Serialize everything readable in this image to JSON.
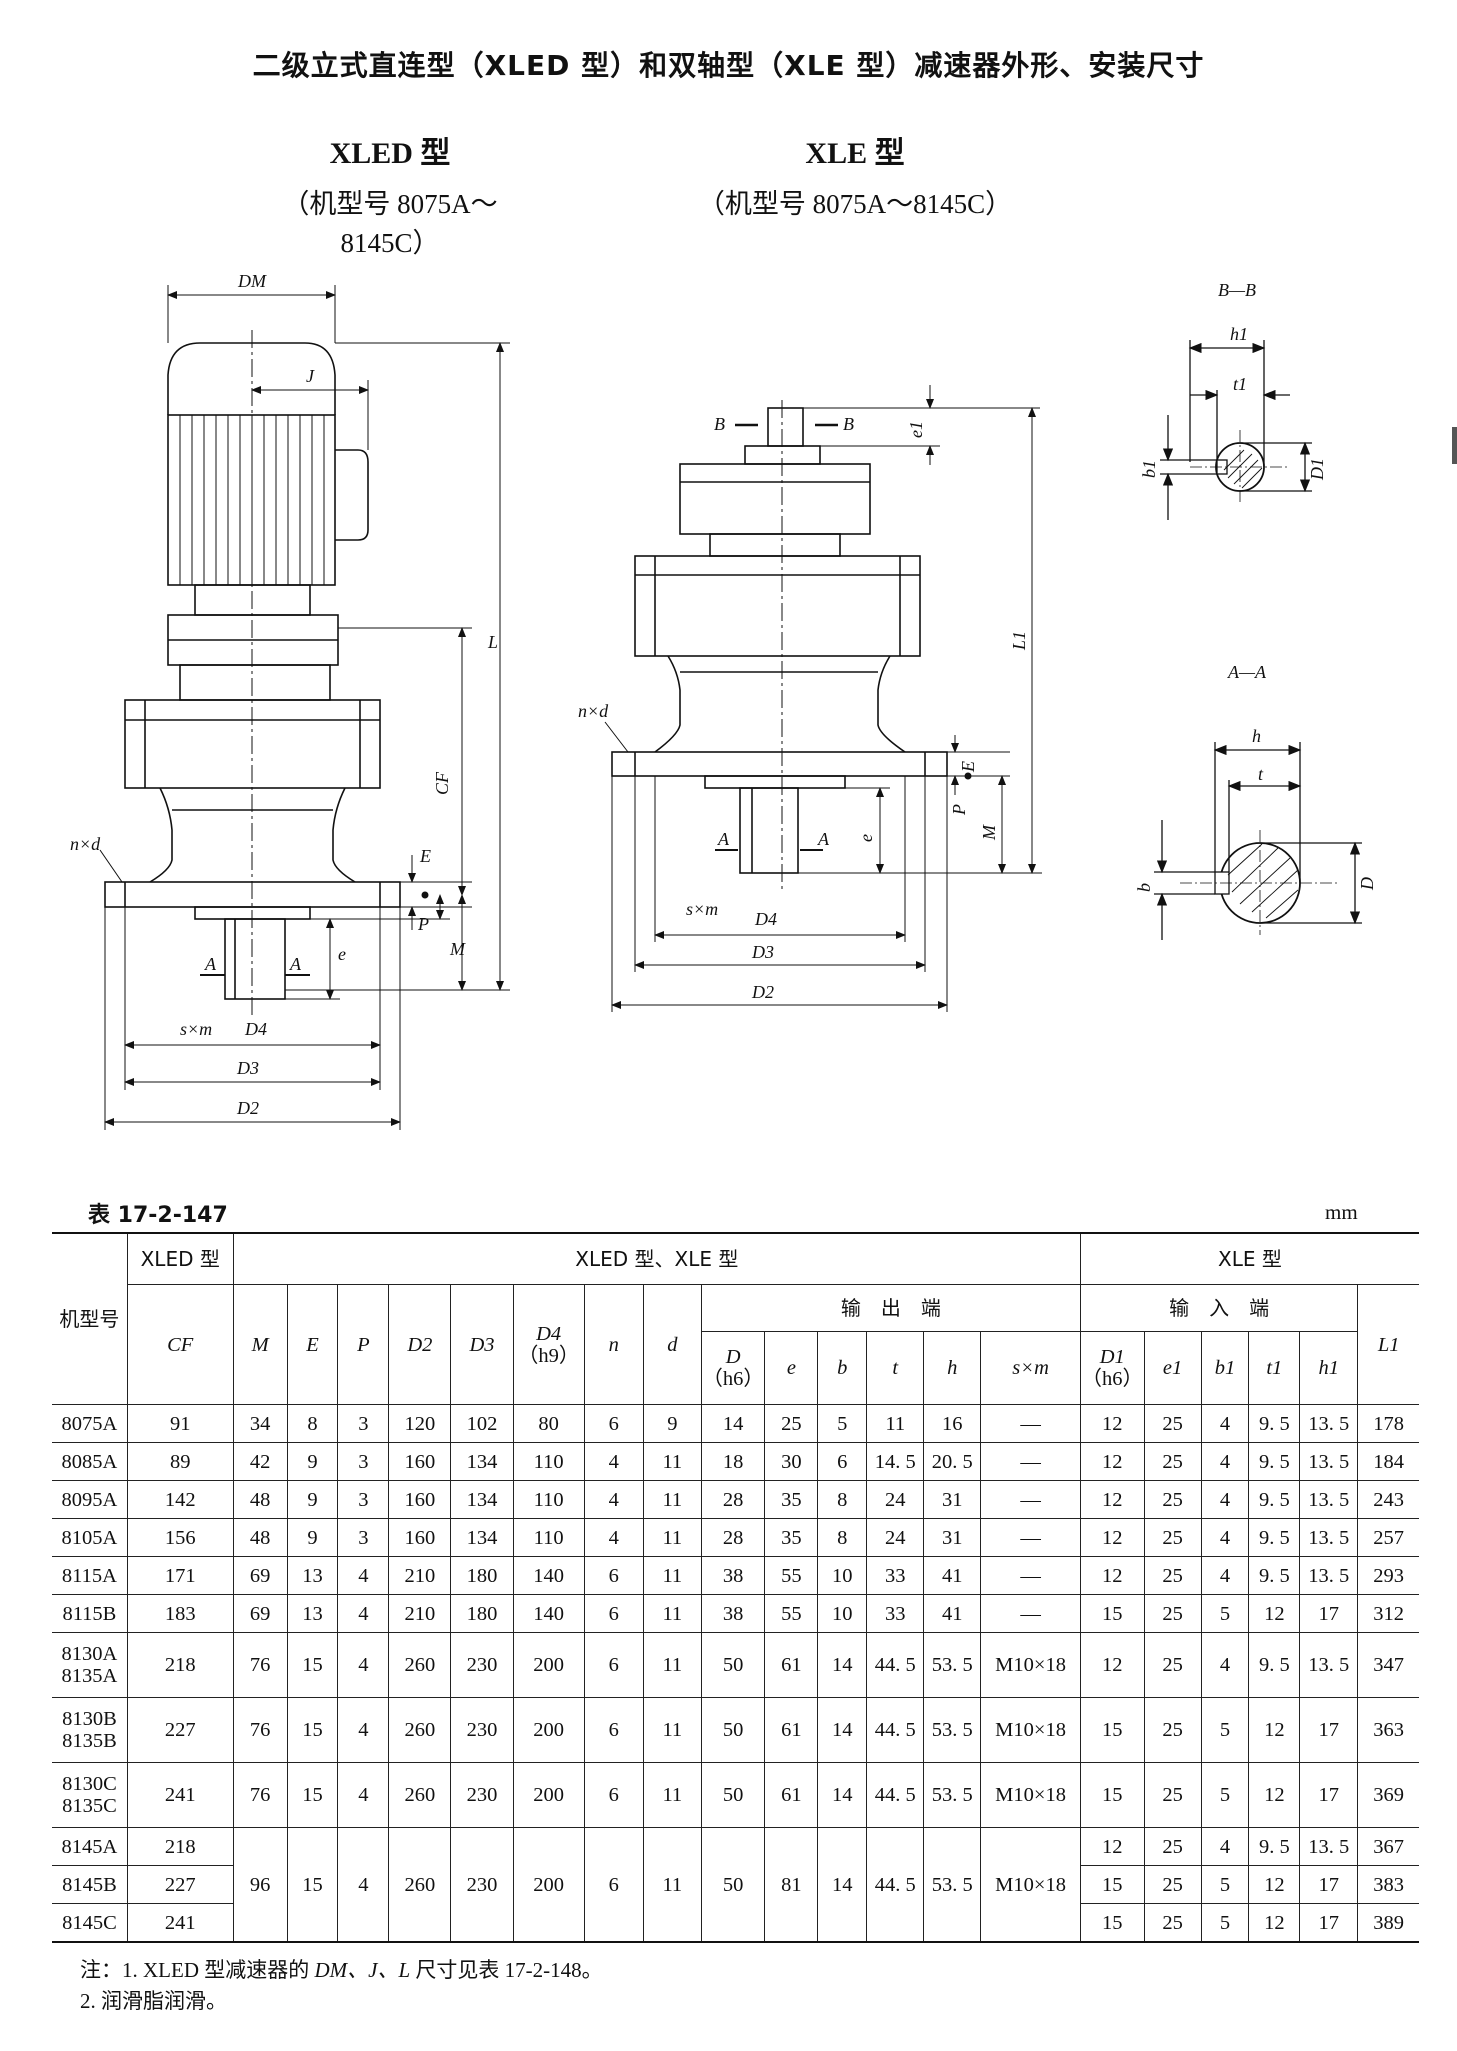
{
  "title": "二级立式直连型（XLED 型）和双轴型（XLE 型）减速器外形、安装尺寸",
  "left_type": {
    "name": "XLED 型",
    "models": "（机型号 8075A～8145C）"
  },
  "right_type": {
    "name": "XLE 型",
    "models": "（机型号 8075A～8145C）"
  },
  "drawing_labels": {
    "DM": "DM",
    "J": "J",
    "L": "L",
    "CF": "CF",
    "E": "E",
    "P": "P",
    "M": "M",
    "e": "e",
    "nxd": "n×d",
    "sxm": "s×m",
    "A": "A",
    "D4": "D4",
    "D3": "D3",
    "D2": "D2",
    "B": "B",
    "e1": "e1",
    "L1": "L1",
    "BB": "B—B",
    "h1": "h1",
    "t1": "t1",
    "b1": "b1",
    "D1": "D1",
    "AA": "A—A",
    "h": "h",
    "t": "t",
    "b": "b",
    "D": "D"
  },
  "table": {
    "caption": "表 17-2-147",
    "unit": "mm",
    "header": {
      "model_no": "机型号",
      "xled": "XLED 型",
      "xled_xle": "XLED 型、XLE 型",
      "xle": "XLE 型",
      "output": "输　出　端",
      "input": "输　入　端",
      "CF": "CF",
      "M": "M",
      "E": "E",
      "P": "P",
      "D2": "D2",
      "D3": "D3",
      "D4": "D4",
      "D4_tol": "（h9）",
      "n": "n",
      "d": "d",
      "D": "D",
      "D_tol": "（h6）",
      "e": "e",
      "b": "b",
      "t": "t",
      "h": "h",
      "sxm": "s×m",
      "D1": "D1",
      "D1_tol": "（h6）",
      "e1": "e1",
      "b1": "b1",
      "t1": "t1",
      "h1": "h1",
      "L1": "L1"
    },
    "rows": [
      {
        "model": "8075A",
        "cf": "91",
        "m": "34",
        "e_": "8",
        "p": "3",
        "d2": "120",
        "d3": "102",
        "d4": "80",
        "n": "6",
        "d": "9",
        "D": "14",
        "e": "25",
        "b": "5",
        "t": "11",
        "h": "16",
        "sxm": "—",
        "d1": "12",
        "e1": "25",
        "b1": "4",
        "t1": "9. 5",
        "h1": "13. 5",
        "l1": "178"
      },
      {
        "model": "8085A",
        "cf": "89",
        "m": "42",
        "e_": "9",
        "p": "3",
        "d2": "160",
        "d3": "134",
        "d4": "110",
        "n": "4",
        "d": "11",
        "D": "18",
        "e": "30",
        "b": "6",
        "t": "14. 5",
        "h": "20. 5",
        "sxm": "—",
        "d1": "12",
        "e1": "25",
        "b1": "4",
        "t1": "9. 5",
        "h1": "13. 5",
        "l1": "184"
      },
      {
        "model": "8095A",
        "cf": "142",
        "m": "48",
        "e_": "9",
        "p": "3",
        "d2": "160",
        "d3": "134",
        "d4": "110",
        "n": "4",
        "d": "11",
        "D": "28",
        "e": "35",
        "b": "8",
        "t": "24",
        "h": "31",
        "sxm": "—",
        "d1": "12",
        "e1": "25",
        "b1": "4",
        "t1": "9. 5",
        "h1": "13. 5",
        "l1": "243"
      },
      {
        "model": "8105A",
        "cf": "156",
        "m": "48",
        "e_": "9",
        "p": "3",
        "d2": "160",
        "d3": "134",
        "d4": "110",
        "n": "4",
        "d": "11",
        "D": "28",
        "e": "35",
        "b": "8",
        "t": "24",
        "h": "31",
        "sxm": "—",
        "d1": "12",
        "e1": "25",
        "b1": "4",
        "t1": "9. 5",
        "h1": "13. 5",
        "l1": "257"
      },
      {
        "model": "8115A",
        "cf": "171",
        "m": "69",
        "e_": "13",
        "p": "4",
        "d2": "210",
        "d3": "180",
        "d4": "140",
        "n": "6",
        "d": "11",
        "D": "38",
        "e": "55",
        "b": "10",
        "t": "33",
        "h": "41",
        "sxm": "—",
        "d1": "12",
        "e1": "25",
        "b1": "4",
        "t1": "9. 5",
        "h1": "13. 5",
        "l1": "293"
      },
      {
        "model": "8115B",
        "cf": "183",
        "m": "69",
        "e_": "13",
        "p": "4",
        "d2": "210",
        "d3": "180",
        "d4": "140",
        "n": "6",
        "d": "11",
        "D": "38",
        "e": "55",
        "b": "10",
        "t": "33",
        "h": "41",
        "sxm": "—",
        "d1": "15",
        "e1": "25",
        "b1": "5",
        "t1": "12",
        "h1": "17",
        "l1": "312"
      },
      {
        "model": "8130A",
        "model2": "8135A",
        "cf": "218",
        "m": "76",
        "e_": "15",
        "p": "4",
        "d2": "260",
        "d3": "230",
        "d4": "200",
        "n": "6",
        "d": "11",
        "D": "50",
        "e": "61",
        "b": "14",
        "t": "44. 5",
        "h": "53. 5",
        "sxm": "M10×18",
        "d1": "12",
        "e1": "25",
        "b1": "4",
        "t1": "9. 5",
        "h1": "13. 5",
        "l1": "347"
      },
      {
        "model": "8130B",
        "model2": "8135B",
        "cf": "227",
        "m": "76",
        "e_": "15",
        "p": "4",
        "d2": "260",
        "d3": "230",
        "d4": "200",
        "n": "6",
        "d": "11",
        "D": "50",
        "e": "61",
        "b": "14",
        "t": "44. 5",
        "h": "53. 5",
        "sxm": "M10×18",
        "d1": "15",
        "e1": "25",
        "b1": "5",
        "t1": "12",
        "h1": "17",
        "l1": "363"
      },
      {
        "model": "8130C",
        "model2": "8135C",
        "cf": "241",
        "m": "76",
        "e_": "15",
        "p": "4",
        "d2": "260",
        "d3": "230",
        "d4": "200",
        "n": "6",
        "d": "11",
        "D": "50",
        "e": "61",
        "b": "14",
        "t": "44. 5",
        "h": "53. 5",
        "sxm": "M10×18",
        "d1": "15",
        "e1": "25",
        "b1": "5",
        "t1": "12",
        "h1": "17",
        "l1": "369"
      }
    ],
    "group_8145": {
      "shared": {
        "m": "96",
        "e_": "15",
        "p": "4",
        "d2": "260",
        "d3": "230",
        "d4": "200",
        "n": "6",
        "d": "11",
        "D": "50",
        "e": "81",
        "b": "14",
        "t": "44. 5",
        "h": "53. 5",
        "sxm": "M10×18"
      },
      "rows": [
        {
          "model": "8145A",
          "cf": "218",
          "d1": "12",
          "e1": "25",
          "b1": "4",
          "t1": "9. 5",
          "h1": "13. 5",
          "l1": "367"
        },
        {
          "model": "8145B",
          "cf": "227",
          "d1": "15",
          "e1": "25",
          "b1": "5",
          "t1": "12",
          "h1": "17",
          "l1": "383"
        },
        {
          "model": "8145C",
          "cf": "241",
          "d1": "15",
          "e1": "25",
          "b1": "5",
          "t1": "12",
          "h1": "17",
          "l1": "389"
        }
      ]
    }
  },
  "notes": {
    "line1_prefix": "注：1. XLED 型减速器的 ",
    "line1_dims": "DM、J、L",
    "line1_suffix": " 尺寸见表 17-2-148。",
    "line2": "2. 润滑脂润滑。"
  }
}
